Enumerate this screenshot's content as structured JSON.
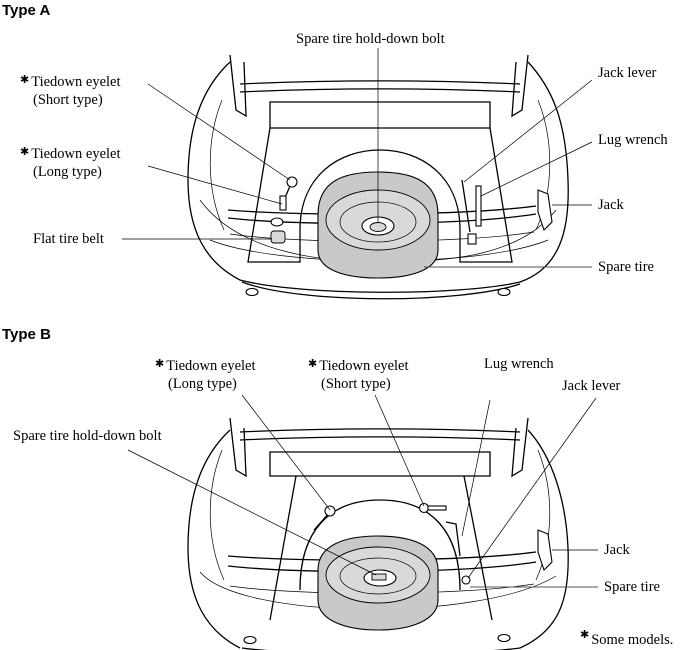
{
  "diagram": {
    "footnote_marker": "✱",
    "colors": {
      "tire_fill": "#c9c9c9",
      "line": "#000000",
      "background": "#ffffff"
    },
    "type_a": {
      "heading": "Type A",
      "labels": {
        "spare_tire_hold_down_bolt": "Spare tire hold-down bolt",
        "tiedown_eyelet_short": {
          "line1": "Tiedown eyelet",
          "line2": "(Short type)",
          "marked": true
        },
        "tiedown_eyelet_long": {
          "line1": "Tiedown eyelet",
          "line2": "(Long type)",
          "marked": true
        },
        "flat_tire_belt": "Flat tire belt",
        "jack_lever": "Jack lever",
        "lug_wrench": "Lug wrench",
        "jack": "Jack",
        "spare_tire": "Spare tire"
      }
    },
    "type_b": {
      "heading": "Type B",
      "labels": {
        "tiedown_eyelet_long": {
          "line1": "Tiedown eyelet",
          "line2": "(Long type)",
          "marked": true
        },
        "tiedown_eyelet_short": {
          "line1": "Tiedown eyelet",
          "line2": "(Short type)",
          "marked": true
        },
        "lug_wrench": "Lug wrench",
        "jack_lever": "Jack lever",
        "spare_tire_hold_down_bolt": "Spare tire hold-down bolt",
        "jack": "Jack",
        "spare_tire": "Spare tire"
      }
    },
    "footnote": "Some models."
  }
}
